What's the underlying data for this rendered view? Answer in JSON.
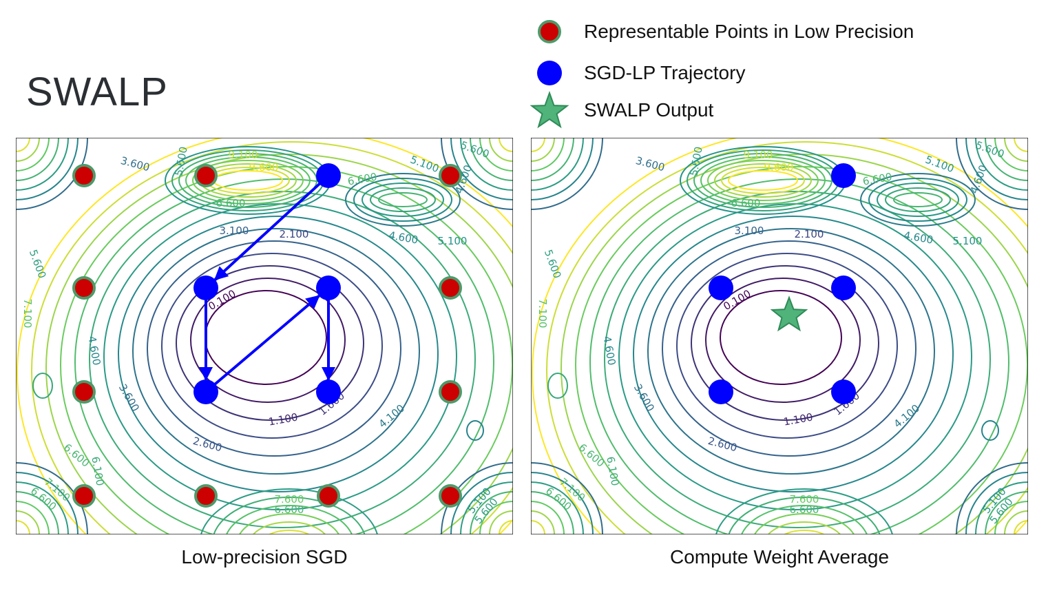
{
  "title": "SWALP",
  "legend": [
    {
      "label": "Representable Points in Low Precision",
      "icon": "red-point-icon"
    },
    {
      "label": "SGD-LP Trajectory",
      "icon": "blue-point-icon"
    },
    {
      "label": "SWALP Output",
      "icon": "green-star-icon"
    }
  ],
  "colors": {
    "representable": "#cc0000",
    "representable_border": "#4c9a6a",
    "trajectory": "#0000ff",
    "star": "#4fb37a"
  },
  "panels": [
    {
      "caption": "Low-precision SGD"
    },
    {
      "caption": "Compute Weight Average"
    }
  ],
  "contour_labels": [
    "3.600",
    "5.600",
    "9.100",
    "9.600",
    "6.600",
    "5.100",
    "5.600",
    "4.600",
    "3.100",
    "2.100",
    "4.600",
    "5.100",
    "5.600",
    "7.100",
    "0.100",
    "4.600",
    "3.600",
    "2.600",
    "1.100",
    "1.600",
    "4.100",
    "6.600",
    "6.100",
    "7.100",
    "6.600",
    "7.600",
    "5.100",
    "5.600",
    "6.600",
    "6.600"
  ]
}
